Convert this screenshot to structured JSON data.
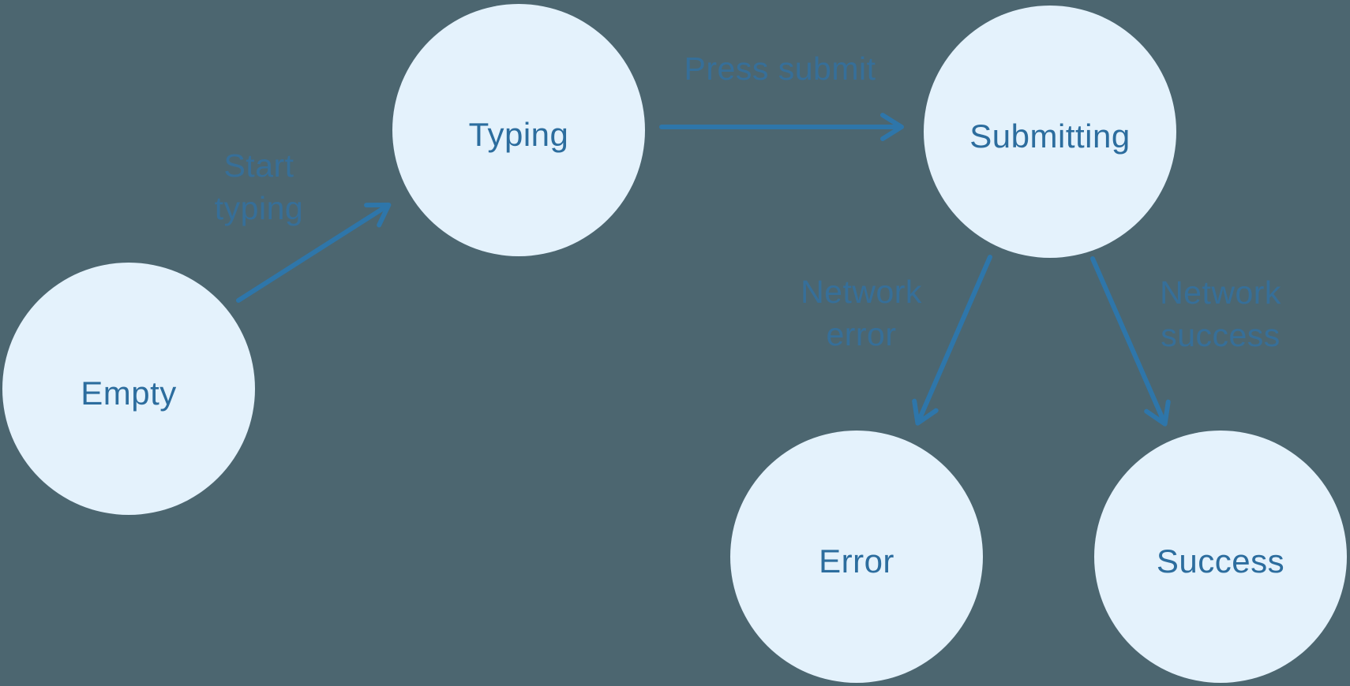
{
  "diagram": {
    "type": "state-machine",
    "states": [
      {
        "id": "empty",
        "label": "Empty"
      },
      {
        "id": "typing",
        "label": "Typing"
      },
      {
        "id": "submitting",
        "label": "Submitting"
      },
      {
        "id": "error",
        "label": "Error"
      },
      {
        "id": "success",
        "label": "Success"
      }
    ],
    "transitions": [
      {
        "from": "Empty",
        "to": "Typing",
        "label_lines": [
          "Start",
          "typing"
        ]
      },
      {
        "from": "Typing",
        "to": "Submitting",
        "label_lines": [
          "Press submit"
        ]
      },
      {
        "from": "Submitting",
        "to": "Error",
        "label_lines": [
          "Network",
          "error"
        ]
      },
      {
        "from": "Submitting",
        "to": "Success",
        "label_lines": [
          "Network",
          "success"
        ]
      }
    ],
    "colors": {
      "background": "#4C6670",
      "state_fill": "#E4F2FC",
      "state_text": "#2C6D9E",
      "arrow": "#2E76AA",
      "transition_label": "#35709D"
    }
  }
}
